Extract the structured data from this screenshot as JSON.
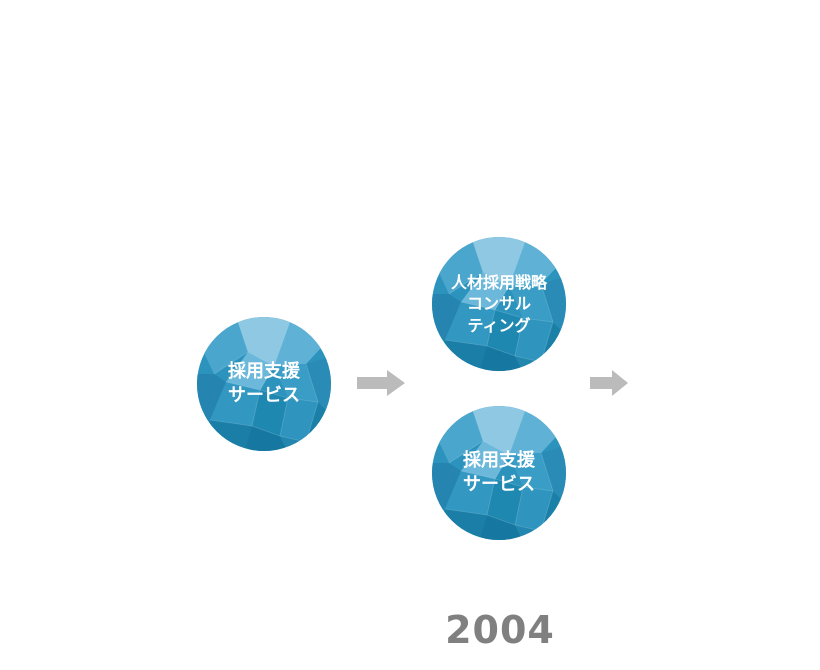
{
  "nodes": [
    {
      "lines": [
        "採用支援",
        "サービス"
      ]
    },
    {
      "lines": [
        "人材採用戦略",
        "コンサル",
        "ティング"
      ]
    },
    {
      "lines": [
        "採用支援",
        "サービス"
      ]
    }
  ],
  "year": "2004",
  "colors": {
    "circle_base": "#2c93bd",
    "circle_light": "#8ec8e3",
    "circle_mid": "#4aa6cd",
    "circle_dark": "#1a7ea6",
    "arrow": "#bbbbbb",
    "year_text": "#808080"
  },
  "icons": {
    "arrow": "right-arrow-icon"
  }
}
